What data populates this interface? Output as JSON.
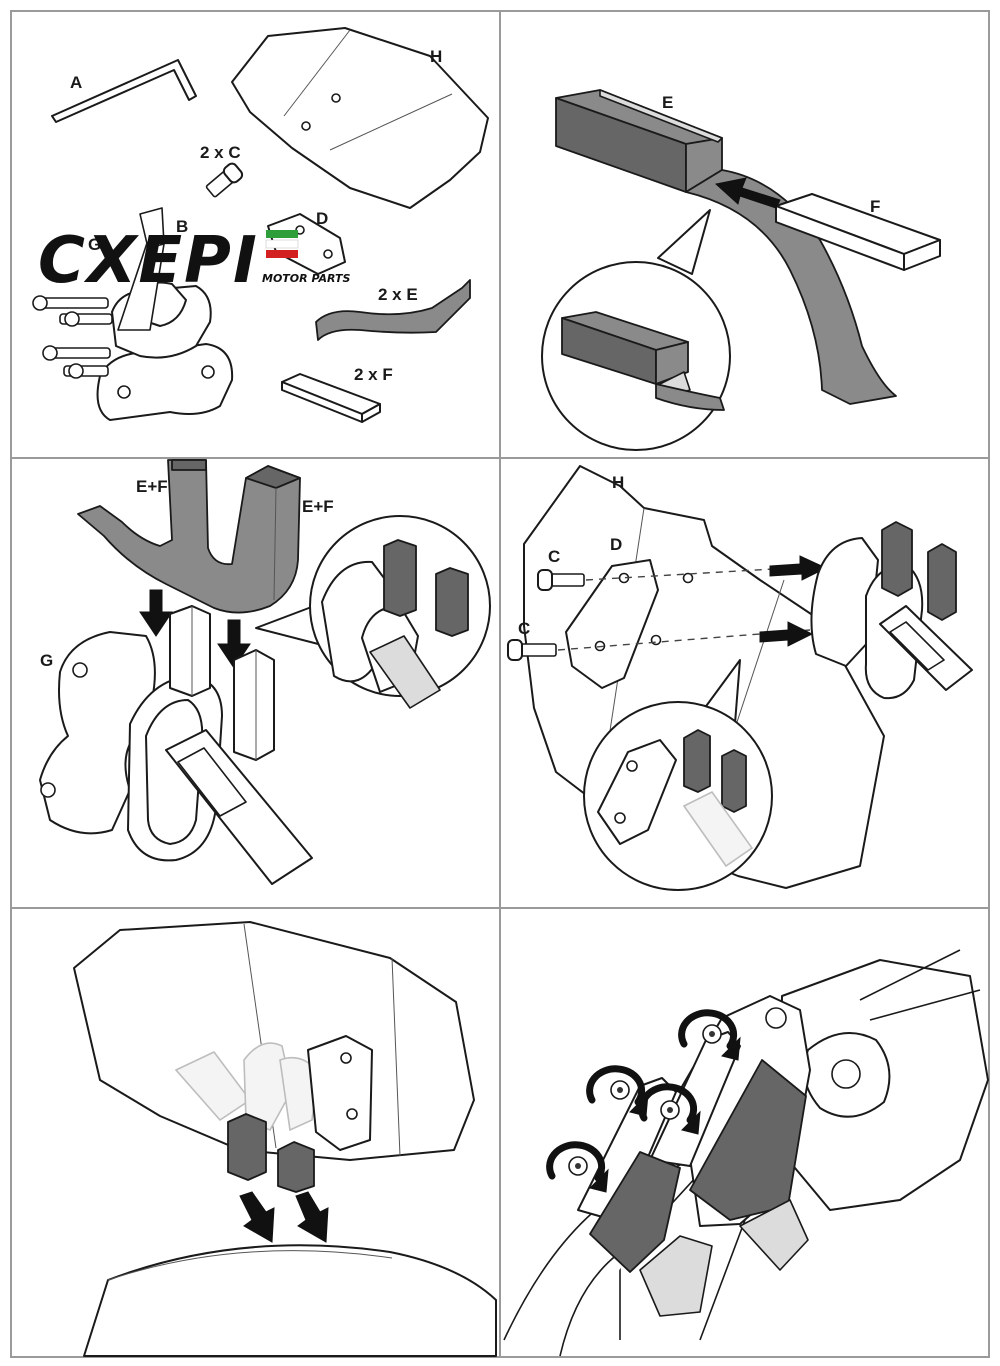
{
  "logo": {
    "brand": "CXEPI",
    "sub": "MOTOR PARTS",
    "colors": {
      "green": "#2e9e3a",
      "white": "#ffffff",
      "red": "#d32020",
      "ink": "#111111"
    }
  },
  "parts": {
    "A": "A",
    "B": "B",
    "C": "2 x C",
    "D": "D",
    "E": "2 x E",
    "F": "2 x F",
    "G": "G",
    "H": "H"
  },
  "step2": {
    "E": "E",
    "F": "F"
  },
  "step3": {
    "ef1": "E+F",
    "ef2": "E+F",
    "G": "G"
  },
  "step4": {
    "H": "H",
    "C1": "C",
    "C2": "C",
    "D": "D"
  }
}
